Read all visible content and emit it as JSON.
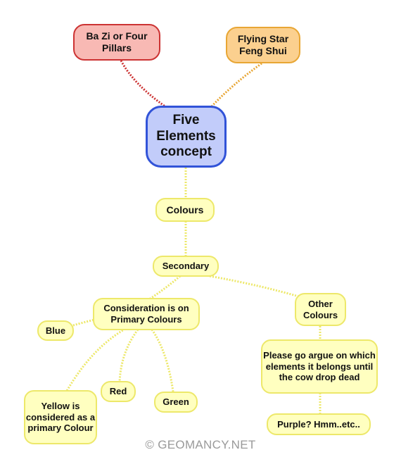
{
  "nodes": {
    "bazi": "Ba Zi or Four Pillars",
    "flying_star": "Flying Star Feng Shui",
    "five_elements": "Five Elements concept",
    "colours": "Colours",
    "secondary": "Secondary",
    "consideration": "Consideration is on Primary Colours",
    "other_colours": "Other Colours",
    "blue": "Blue",
    "red": "Red",
    "green": "Green",
    "yellow": "Yellow is considered as a primary Colour",
    "argue": "Please go argue on which elements it belongs until the cow drop dead",
    "purple": "Purple? Hmm..etc.."
  },
  "watermark": "© GEOMANCY.NET",
  "colors": {
    "yellow_fill": "#ffffc0",
    "yellow_border": "#ede86a",
    "pink_fill": "#f8b9b4",
    "pink_border": "#cc3333",
    "orange_fill": "#fbd08f",
    "orange_border": "#e8a634",
    "center_fill": "#c2ccfa",
    "center_border": "#3153d8"
  }
}
